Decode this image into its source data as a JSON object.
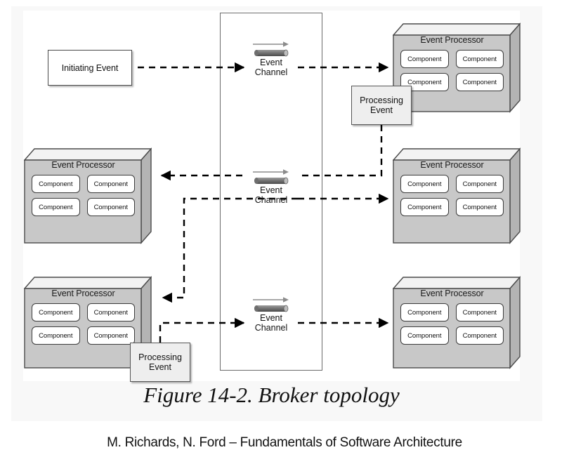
{
  "figure": {
    "caption": "Figure 14-2. Broker topology",
    "attribution": "M. Richards, N. Ford – Fundamentals of Software Architecture",
    "canvas_background": "#ffffff",
    "panel_background": "#f8f8f8"
  },
  "colors": {
    "processor_fill": "#c8c8c8",
    "processor_top_fill": "#f2f2f2",
    "processor_side_fill": "#b0b0b0",
    "processor_stroke": "#4a4a4a",
    "component_fill": "#ffffff",
    "component_stroke": "#3b3b3b",
    "callout_fill": "#eeeeee",
    "callout_stroke": "#555555",
    "broker_stroke": "#6b6b6b",
    "connector_stroke": "#000000",
    "pipe_dark": "#5a5a5a",
    "pipe_light": "#a9a9a9",
    "arrow_gray": "#8c8c8c"
  },
  "initiating_event": {
    "label": "Initiating Event"
  },
  "broker": {
    "name": "event-broker",
    "channels": [
      {
        "id": "channel-top",
        "label": "Event\nChannel",
        "icon": "pipe-arrow-icon"
      },
      {
        "id": "channel-middle",
        "label": "Event\nChannel",
        "icon": "pipe-arrow-icon"
      },
      {
        "id": "channel-bottom",
        "label": "Event\nChannel",
        "icon": "pipe-arrow-icon"
      }
    ]
  },
  "processors": [
    {
      "id": "processor-top-right",
      "title": "Event Processor",
      "components": [
        "Component",
        "Component",
        "Component",
        "Component"
      ]
    },
    {
      "id": "processor-middle-left",
      "title": "Event Processor",
      "components": [
        "Component",
        "Component",
        "Component",
        "Component"
      ]
    },
    {
      "id": "processor-middle-right",
      "title": "Event Processor",
      "components": [
        "Component",
        "Component",
        "Component",
        "Component"
      ]
    },
    {
      "id": "processor-bottom-left",
      "title": "Event Processor",
      "components": [
        "Component",
        "Component",
        "Component",
        "Component"
      ]
    },
    {
      "id": "processor-bottom-right",
      "title": "Event Processor",
      "components": [
        "Component",
        "Component",
        "Component",
        "Component"
      ]
    }
  ],
  "processing_events": [
    {
      "id": "processing-event-top",
      "label": "Processing\nEvent"
    },
    {
      "id": "processing-event-bottom",
      "label": "Processing\nEvent"
    }
  ]
}
